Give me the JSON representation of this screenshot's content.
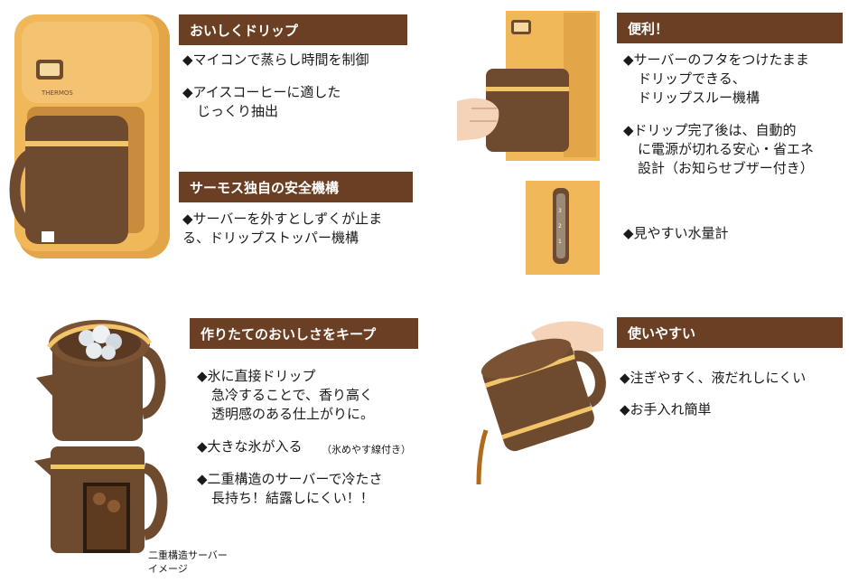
{
  "sections": {
    "drip": {
      "title": "おいしくドリップ",
      "bullets": [
        "◆マイコンで蒸らし時間を制御",
        "◆アイスコーヒーに適した",
        "じっくり抽出"
      ]
    },
    "safety": {
      "title": "サーモス独自の安全機構",
      "bullets": [
        "◆サーバーを外すとしずくが止ま",
        "る、ドリップストッパー機構"
      ]
    },
    "convenient": {
      "title": "便利！",
      "bullets": [
        "◆サーバーのフタをつけたまま",
        "ドリップできる、",
        "ドリップスルー機構",
        "◆ドリップ完了後は、自動的",
        "に電源が切れる安心・省エネ",
        "設計（お知らせブザー付き）",
        "◆見やすい水量計"
      ]
    },
    "keep": {
      "title": "作りたてのおいしさをキープ",
      "bullets": [
        "◆氷に直接ドリップ",
        "急冷することで、香り高く",
        "透明感のある仕上がりに。",
        "◆大きな氷が入る",
        "（氷めやす線付き）",
        "◆二重構造のサーバーで冷たさ",
        "長持ち！結露しにくい！！"
      ]
    },
    "easy": {
      "title": "使いやすい",
      "bullets": [
        "◆注ぎやすく、液だれしにくい",
        "◆お手入れ簡単"
      ]
    }
  },
  "caption": [
    "二重構造サーバー",
    "イメージ"
  ],
  "product": {
    "brand": "THERMOS",
    "gauge_marks": [
      "1",
      "2",
      "3"
    ]
  },
  "colors": {
    "header": "#6b3f24",
    "body": "#f0b858",
    "server": "#6e4a2e",
    "accent": "#f3c56a"
  }
}
